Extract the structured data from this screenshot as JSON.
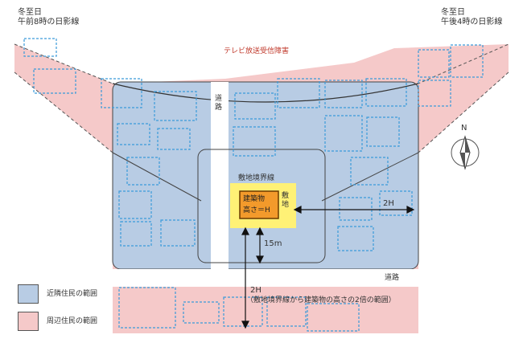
{
  "labels": {
    "morning_title": "冬至日",
    "morning_sub": "午前8時の日影線",
    "afternoon_title": "冬至日",
    "afternoon_sub": "午後4時の日影線",
    "tv_interference": "テレビ放送受信障害",
    "road_vertical": "道路",
    "road_horizontal": "道路",
    "site_boundary": "敷地境界線",
    "building": "建築物",
    "height": "高さ＝H",
    "site": "敷地",
    "dim_2h_right": "2H",
    "dim_15m": "15m",
    "dim_2h_bottom": "2H",
    "dim_2h_note": "（敷地境界線から建築物の高さの2倍の範囲）",
    "north": "N"
  },
  "legend": [
    {
      "label": "近隣住民の範囲",
      "color": "#b8cce4"
    },
    {
      "label": "周辺住民の範囲",
      "color": "#f5c9c9"
    }
  ],
  "colors": {
    "neighbor": "#b8cce4",
    "surrounding": "#f5c9c9",
    "site": "#fff176",
    "building": "#f39a2b",
    "road": "#ffffff",
    "dashed": "#3a9ad9"
  }
}
